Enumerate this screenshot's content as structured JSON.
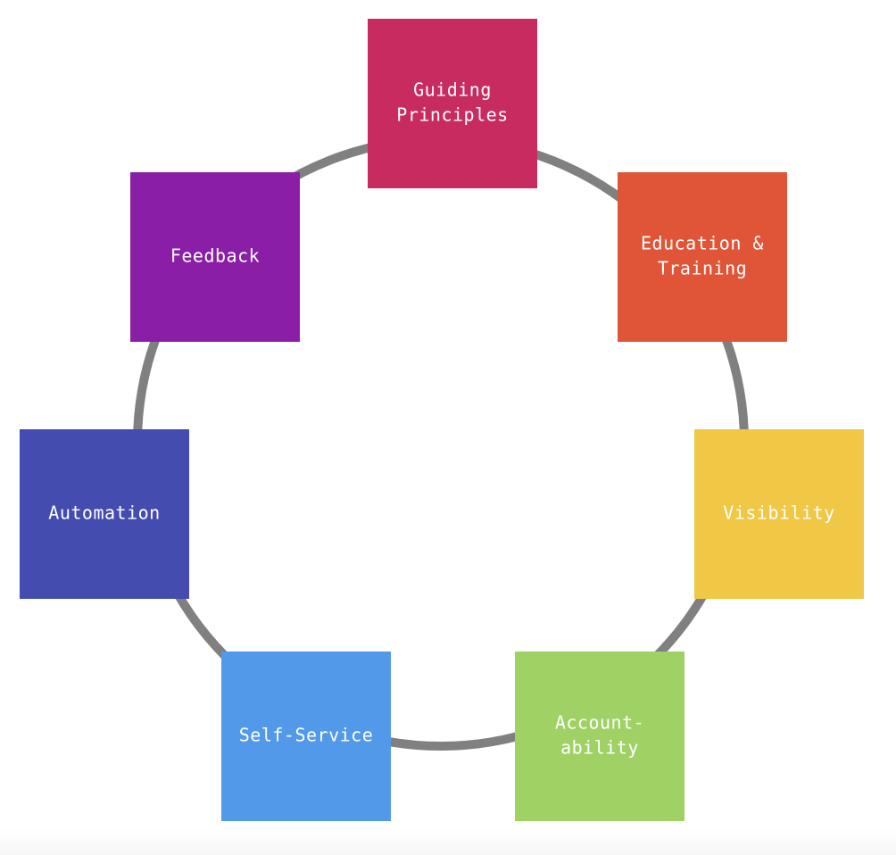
{
  "diagram": {
    "ring_color": "#808080",
    "nodes": [
      {
        "id": "guiding-principles",
        "lines": [
          "Guiding",
          "Principles"
        ],
        "color": "#c72b60"
      },
      {
        "id": "education-training",
        "lines": [
          "Education &",
          "Training"
        ],
        "color": "#e05537"
      },
      {
        "id": "visibility",
        "lines": [
          "Visibility"
        ],
        "color": "#f0c846"
      },
      {
        "id": "accountability",
        "lines": [
          "Account-",
          "ability"
        ],
        "color": "#a0d164"
      },
      {
        "id": "self-service",
        "lines": [
          "Self-Service"
        ],
        "color": "#5299e9"
      },
      {
        "id": "automation",
        "lines": [
          "Automation"
        ],
        "color": "#454caf"
      },
      {
        "id": "feedback",
        "lines": [
          "Feedback"
        ],
        "color": "#8a1ea6"
      }
    ]
  }
}
